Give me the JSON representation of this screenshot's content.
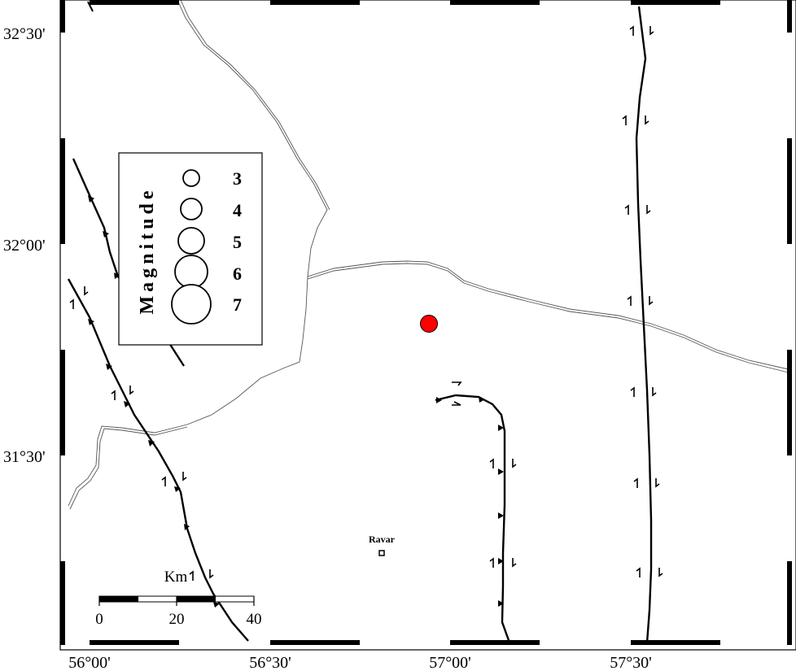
{
  "map": {
    "colors": {
      "frame": "#000000",
      "background": "#ffffff",
      "fault": "#000000",
      "boundary": "#555555",
      "epicenter": "#ff0000"
    },
    "latitude_labels": [
      "32°30'",
      "32°00'",
      "31°30'"
    ],
    "longitude_labels": [
      "56°00'",
      "56°30'",
      "57°00'",
      "57°30'"
    ],
    "place": {
      "name": "Ravar",
      "icon": "square-town-icon"
    },
    "epicenter": {
      "icon": "red-circle-epicenter"
    }
  },
  "legend": {
    "title": "Magnitude",
    "magnitudes": [
      "3",
      "4",
      "5",
      "6",
      "7"
    ]
  },
  "scale_bar": {
    "unit": "Km",
    "labels": [
      "0",
      "20",
      "40"
    ]
  }
}
